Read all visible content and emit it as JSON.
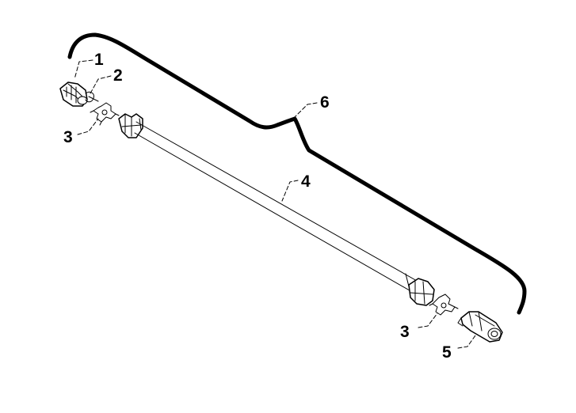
{
  "diagram": {
    "callouts": [
      {
        "id": "1",
        "text": "1"
      },
      {
        "id": "2",
        "text": "2"
      },
      {
        "id": "3a",
        "text": "3"
      },
      {
        "id": "4",
        "text": "4"
      },
      {
        "id": "3b",
        "text": "3"
      },
      {
        "id": "5",
        "text": "5"
      },
      {
        "id": "6",
        "text": "6"
      }
    ],
    "colors": {
      "ink": "#000000",
      "background": "#ffffff"
    }
  }
}
